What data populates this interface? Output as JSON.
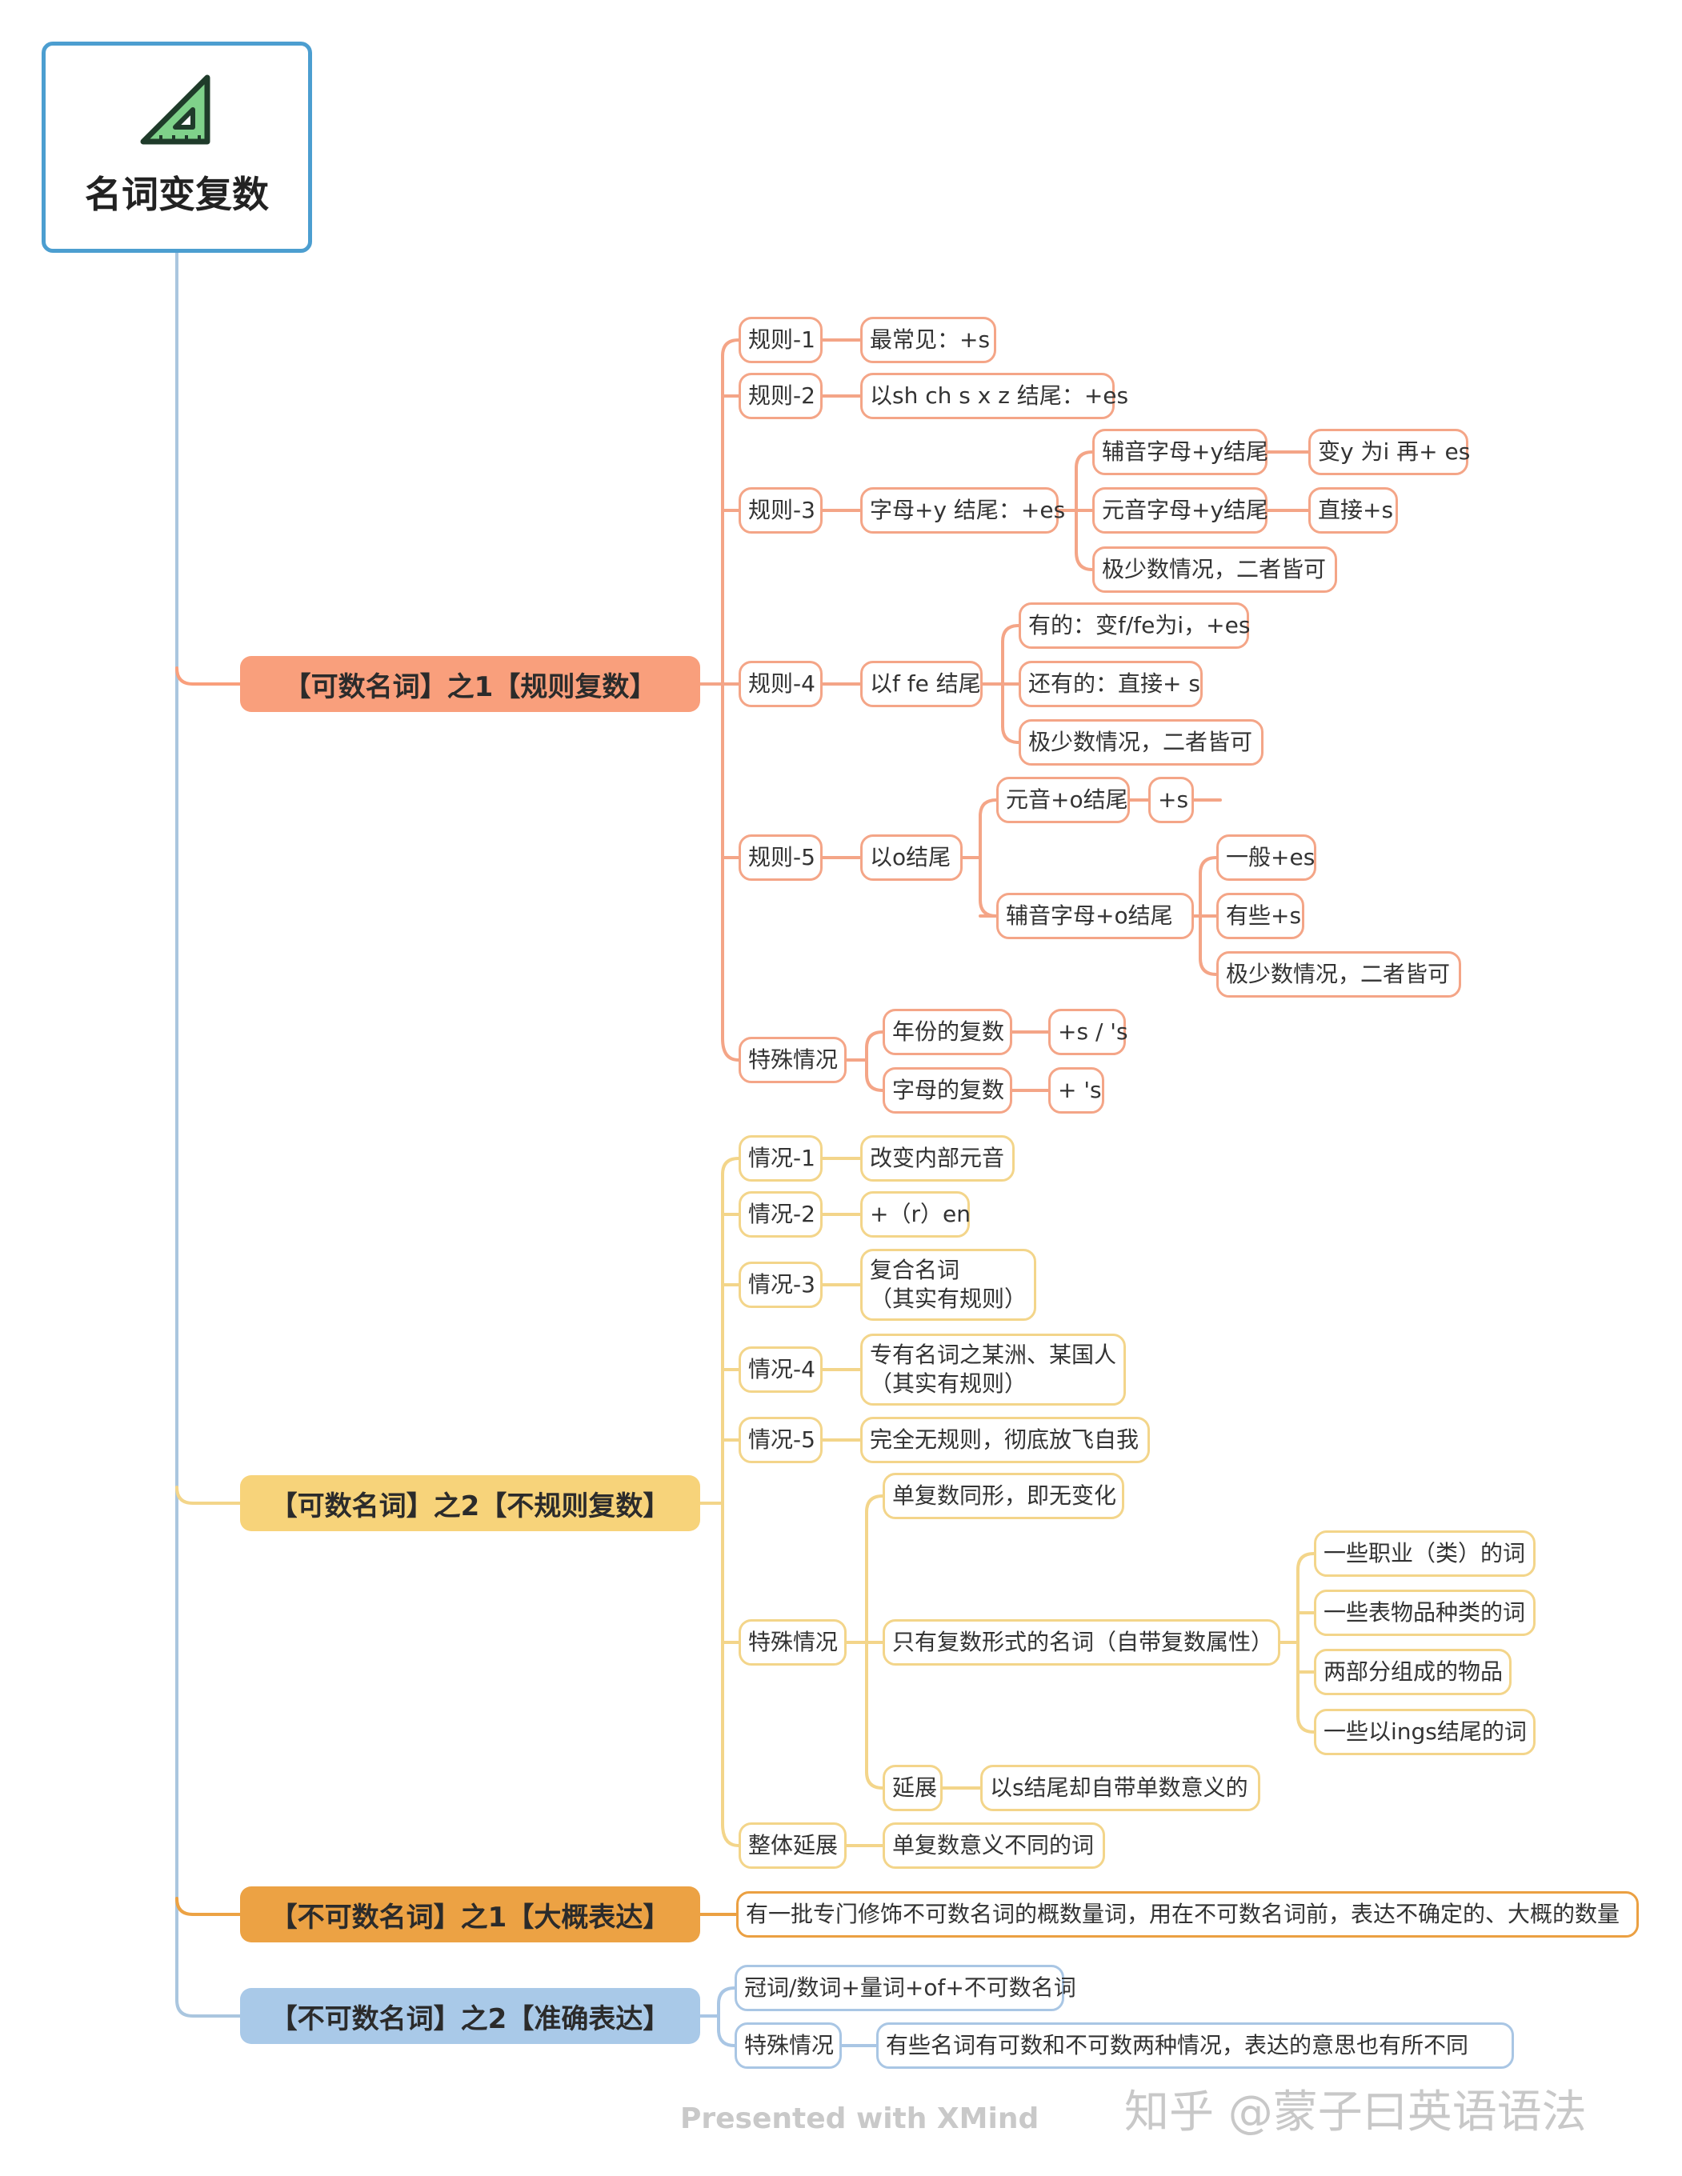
{
  "root": {
    "title": "名词变复数",
    "icon": "set-square-icon"
  },
  "colors": {
    "root": "#4c9ed0",
    "cat1": "#f99f7c",
    "cat2": "#f7d37a",
    "cat3": "#eca244",
    "cat4": "#a9c9e8"
  },
  "categories": [
    "【可数名词】之1【规则复数】",
    "【可数名词】之2【不规则复数】",
    "【不可数名词】之1【大概表达】",
    "【不可数名词】之2【准确表达】"
  ],
  "regular": {
    "r1": "规则-1",
    "r1a": "最常见：+s",
    "r2": "规则-2",
    "r2a": "以sh ch s x z 结尾：+es",
    "r3": "规则-3",
    "r3a": "字母+y 结尾：+es",
    "r3b1": "辅音字母+y结尾",
    "r3c1": "变y 为i 再+ es",
    "r3b2": "元音字母+y结尾",
    "r3c2": "直接+s",
    "r3b3": "极少数情况，二者皆可",
    "r4": "规则-4",
    "r4a": "以f fe 结尾",
    "r4b1": "有的：变f/fe为i，+es",
    "r4b2": "还有的：直接+ s",
    "r4b3": "极少数情况，二者皆可",
    "r5": "规则-5",
    "r5a": "以o结尾",
    "r5b1": "元音+o结尾",
    "r5c1": "+s",
    "r5b2": "辅音字母+o结尾",
    "r5c2": "一般+es",
    "r5c3": "有些+s",
    "r5c4": "极少数情况，二者皆可",
    "sp": "特殊情况",
    "sp1": "年份的复数",
    "sp1a": "+s / 's",
    "sp2": "字母的复数",
    "sp2a": "+ 's"
  },
  "irregular": {
    "c1": "情况-1",
    "c1a": "改变内部元音",
    "c2": "情况-2",
    "c2a": "+（r）en",
    "c3": "情况-3",
    "c3a": "复合名词\n（其实有规则）",
    "c4": "情况-4",
    "c4a": "专有名词之某洲、某国人\n（其实有规则）",
    "c5": "情况-5",
    "c5a": "完全无规则，彻底放飞自我",
    "sp": "特殊情况",
    "sp1": "单复数同形，即无变化",
    "sp2": "只有复数形式的名词（自带复数属性）",
    "sp2a": "一些职业（类）的词",
    "sp2b": "一些表物品种类的词",
    "sp2c": "两部分组成的物品",
    "sp2d": "一些以ings结尾的词",
    "ext": "延展",
    "exta": "以s结尾却自带单数意义的",
    "whole": "整体延展",
    "wholea": "单复数意义不同的词"
  },
  "uncount1": {
    "a": "有一批专门修饰不可数名词的概数量词，用在不可数名词前，表达不确定的、大概的数量"
  },
  "uncount2": {
    "a": "冠词/数词+量词+of+不可数名词",
    "sp": "特殊情况",
    "spa": "有些名词有可数和不可数两种情况，表达的意思也有所不同"
  },
  "footer": "Presented with XMind",
  "watermark": "知乎 @蒙子曰英语语法"
}
